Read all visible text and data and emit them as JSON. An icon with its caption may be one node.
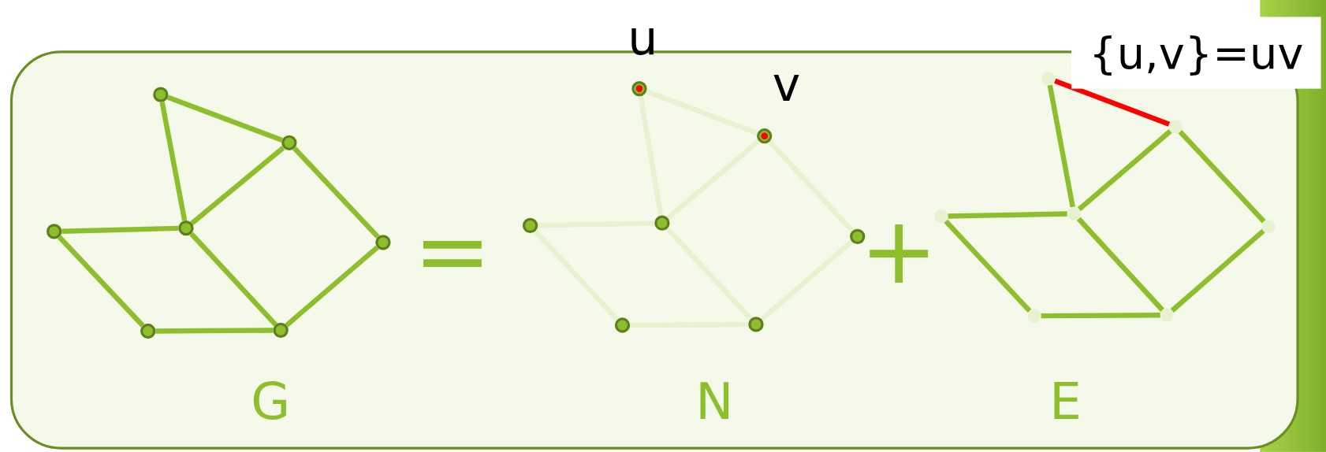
{
  "diagram": {
    "nodes": [
      {
        "text": [],
        "shape": "box"
      },
      {
        "text": [],
        "shape": "circle",
        "in": 0
      },
      {
        "text": [],
        "shape": "circle",
        "in": 0
      },
      {
        "text": [],
        "shape": "circle",
        "in": 0
      },
      {
        "text": [],
        "shape": "circle",
        "in": 0
      },
      {
        "text": [],
        "shape": "circle",
        "in": 0
      },
      {
        "text": [],
        "shape": "circle",
        "in": 0
      },
      {
        "text": [],
        "shape": "circle",
        "in": 0
      },
      {
        "text": [],
        "shape": "circle",
        "in": 0,
        "beside": [
          "u"
        ]
      },
      {
        "text": [],
        "shape": "circle",
        "in": 0,
        "beside": [
          "v"
        ]
      },
      {
        "text": [],
        "shape": "circle",
        "in": 0
      },
      {
        "text": [],
        "shape": "circle",
        "in": 0
      },
      {
        "text": [],
        "shape": "circle",
        "in": 0
      },
      {
        "text": [],
        "shape": "circle",
        "in": 0
      },
      {
        "text": [],
        "shape": "circle",
        "in": 0
      },
      {
        "text": [],
        "shape": "circle",
        "in": 0
      },
      {
        "text": [],
        "shape": "circle",
        "in": 0
      },
      {
        "text": [],
        "shape": "circle",
        "in": 0
      },
      {
        "text": [],
        "shape": "circle",
        "in": 0
      },
      {
        "text": [],
        "shape": "circle",
        "in": 0
      },
      {
        "text": [],
        "shape": "circle",
        "in": 0
      },
      {
        "text": [],
        "shape": "circle",
        "in": 0
      },
      {
        "text": [
          "{u,v}=uv"
        ]
      }
    ],
    "edges": [
      {
        "from": 1,
        "to": 2,
        "arrow": "none"
      },
      {
        "from": 1,
        "to": 3,
        "arrow": "none"
      },
      {
        "from": 2,
        "to": 3,
        "arrow": "none"
      },
      {
        "from": 2,
        "to": 5,
        "arrow": "none"
      },
      {
        "from": 4,
        "to": 3,
        "arrow": "none"
      },
      {
        "from": 4,
        "to": 6,
        "arrow": "none"
      },
      {
        "from": 3,
        "to": 7,
        "arrow": "none"
      },
      {
        "from": 6,
        "to": 7,
        "arrow": "none"
      },
      {
        "from": 7,
        "to": 5,
        "arrow": "none"
      },
      {
        "from": 8,
        "to": 9,
        "arrow": "none",
        "color": "#e6f2d0"
      },
      {
        "from": 8,
        "to": 10,
        "arrow": "none",
        "color": "#e6f2d0"
      },
      {
        "from": 9,
        "to": 10,
        "arrow": "none",
        "color": "#e6f2d0"
      },
      {
        "from": 9,
        "to": 12,
        "arrow": "none",
        "color": "#e6f2d0"
      },
      {
        "from": 11,
        "to": 10,
        "arrow": "none",
        "color": "#e6f2d0"
      },
      {
        "from": 11,
        "to": 13,
        "arrow": "none",
        "color": "#e6f2d0"
      },
      {
        "from": 10,
        "to": 14,
        "arrow": "none",
        "color": "#e6f2d0"
      },
      {
        "from": 13,
        "to": 14,
        "arrow": "none",
        "color": "#e6f2d0"
      },
      {
        "from": 14,
        "to": 12,
        "arrow": "none",
        "color": "#e6f2d0"
      },
      {
        "from": 15,
        "to": 16,
        "arrow": "none",
        "color": "#ff0000"
      },
      {
        "from": 15,
        "to": 17,
        "arrow": "none"
      },
      {
        "from": 16,
        "to": 17,
        "arrow": "none"
      },
      {
        "from": 16,
        "to": 19,
        "arrow": "none"
      },
      {
        "from": 18,
        "to": 17,
        "arrow": "none"
      },
      {
        "from": 18,
        "to": 20,
        "arrow": "none"
      },
      {
        "from": 17,
        "to": 21,
        "arrow": "none"
      },
      {
        "from": 20,
        "to": 21,
        "arrow": "none"
      },
      {
        "from": 21,
        "to": 19,
        "arrow": "none"
      }
    ],
    "labels": [
      "G",
      "=",
      "N",
      "+",
      "E"
    ]
  }
}
